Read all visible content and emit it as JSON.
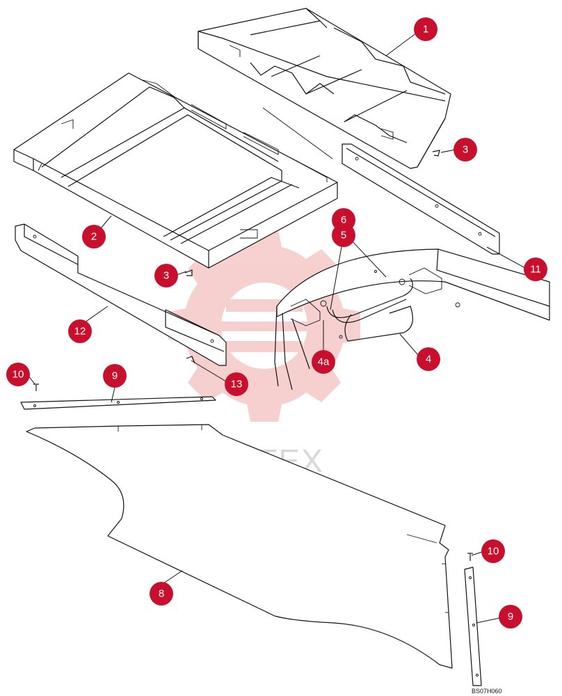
{
  "diagram": {
    "code": "BS07H060",
    "watermark_text": "ИНТЕХ",
    "callouts": [
      "1",
      "2",
      "3",
      "3",
      "4",
      "4a",
      "5",
      "6",
      "8",
      "9",
      "9",
      "10",
      "10",
      "11",
      "12",
      "13"
    ],
    "colors": {
      "callout": "#c8102e",
      "line": "#111111",
      "watermark": "#f4c6c6"
    }
  }
}
